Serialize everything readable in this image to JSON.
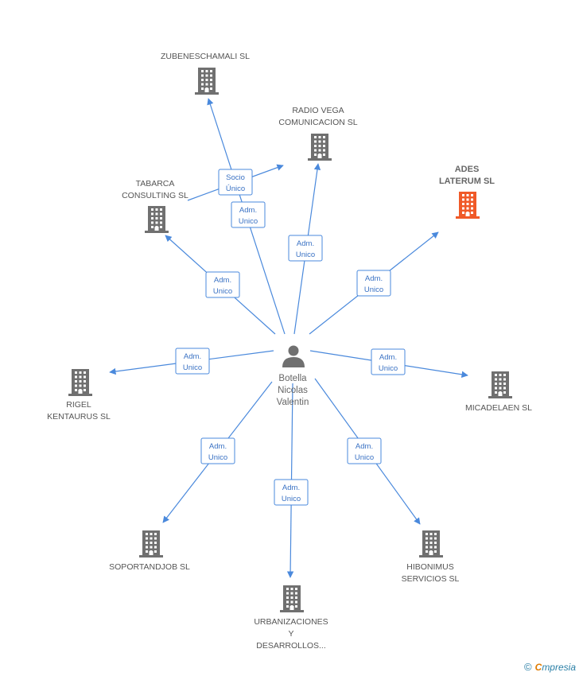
{
  "center": {
    "lines": [
      "Botella",
      "Nicolas",
      "Valentin"
    ]
  },
  "companies": [
    {
      "id": "zubeneschamali",
      "lines": [
        "ZUBENESCHAMALI SL"
      ],
      "highlight": false
    },
    {
      "id": "radio-vega",
      "lines": [
        "RADIO VEGA",
        "COMUNICACION SL"
      ],
      "highlight": false
    },
    {
      "id": "ades-laterum",
      "lines": [
        "ADES",
        "LATERUM SL"
      ],
      "highlight": true
    },
    {
      "id": "tabarca",
      "lines": [
        "TABARCA",
        "CONSULTING SL"
      ],
      "highlight": false
    },
    {
      "id": "rigel",
      "lines": [
        "RIGEL",
        "KENTAURUS SL"
      ],
      "highlight": false
    },
    {
      "id": "micadelaen",
      "lines": [
        "MICADELAEN SL"
      ],
      "highlight": false
    },
    {
      "id": "soportandjob",
      "lines": [
        "SOPORTANDJOB SL"
      ],
      "highlight": false
    },
    {
      "id": "hibonimus",
      "lines": [
        "HIBONIMUS",
        "SERVICIOS SL"
      ],
      "highlight": false
    },
    {
      "id": "urbanizaciones",
      "lines": [
        "URBANIZACIONES",
        "Y",
        "DESARROLLOS..."
      ],
      "highlight": false
    }
  ],
  "relations": [
    {
      "target": "zubeneschamali",
      "lines": [
        "Adm.",
        "Unico"
      ]
    },
    {
      "target": "radio-vega",
      "lines": [
        "Adm.",
        "Unico"
      ]
    },
    {
      "target": "ades-laterum",
      "lines": [
        "Adm.",
        "Unico"
      ]
    },
    {
      "target": "tabarca",
      "lines": [
        "Adm.",
        "Unico"
      ]
    },
    {
      "target": "radio-vega",
      "source": "tabarca",
      "lines": [
        "Socio",
        "Único"
      ]
    },
    {
      "target": "rigel",
      "lines": [
        "Adm.",
        "Unico"
      ]
    },
    {
      "target": "micadelaen",
      "lines": [
        "Adm.",
        "Unico"
      ]
    },
    {
      "target": "soportandjob",
      "lines": [
        "Adm.",
        "Unico"
      ]
    },
    {
      "target": "hibonimus",
      "lines": [
        "Adm.",
        "Unico"
      ]
    },
    {
      "target": "urbanizaciones",
      "lines": [
        "Adm.",
        "Unico"
      ]
    }
  ],
  "colors": {
    "edge": "#4a89dc",
    "building": "#707070",
    "building_highlight": "#f05a28",
    "person": "#707070"
  },
  "footer": {
    "copyright": "©",
    "brand_initial": "C",
    "brand_rest": "mpresia"
  }
}
